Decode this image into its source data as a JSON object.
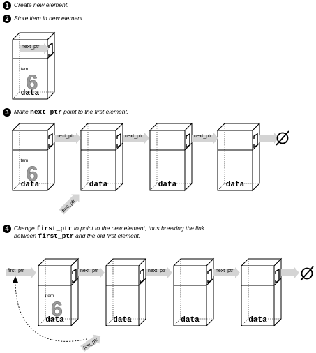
{
  "steps": [
    {
      "number": "1",
      "text": "Create new element."
    },
    {
      "number": "2",
      "text": "Store item in new element."
    },
    {
      "number": "3",
      "pre": "Make ",
      "code": "next_ptr",
      "post": " point to the first element."
    },
    {
      "number": "4",
      "pre": "Change ",
      "code": "first_ptr",
      "post": " to point to the new element, thus breaking the link",
      "line2_pre": "between ",
      "line2_code": "first_ptr",
      "line2_post": " and the old first element."
    }
  ],
  "labels": {
    "next_ptr": "next_ptr",
    "first_ptr": "first_ptr",
    "item": "item",
    "data": "data",
    "item_digit": "6",
    "null_symbol": "∅"
  },
  "colors": {
    "arrow_fill": "#d4d4d4",
    "digit_fill": "#9a9a9a",
    "line": "#000000"
  }
}
